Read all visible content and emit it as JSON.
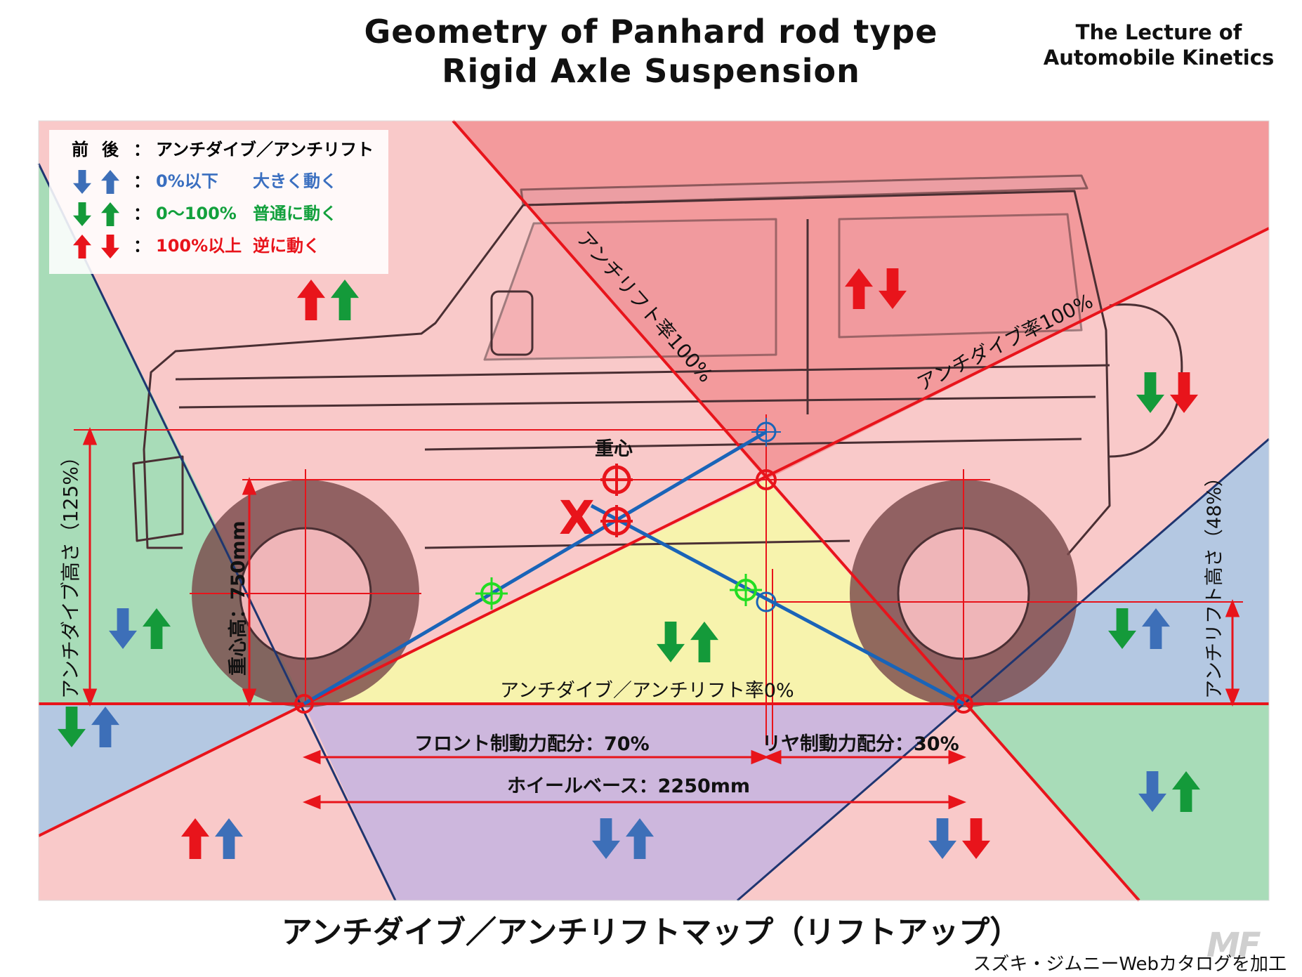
{
  "title": {
    "line1": "Geometry of Panhard rod type",
    "line2": "Rigid Axle Suspension"
  },
  "lecture": {
    "line1": "The Lecture of",
    "line2": "Automobile Kinetics"
  },
  "legend": {
    "header_front": "前",
    "header_rear": "後",
    "header_colon": "：",
    "header_label": "アンチダイブ／アンチリフト",
    "rows": [
      {
        "range": "0%以下",
        "meaning": "大きく動く",
        "front_arrow": "down",
        "rear_arrow": "up",
        "front_color": "#3d6fb8",
        "rear_color": "#3d6fb8",
        "text_color": "#3a6fc0"
      },
      {
        "range": "0～100%",
        "meaning": "普通に動く",
        "front_arrow": "down",
        "rear_arrow": "up",
        "front_color": "#149a3a",
        "rear_color": "#149a3a",
        "text_color": "#12a03c"
      },
      {
        "range": "100%以上",
        "meaning": "逆に動く",
        "front_arrow": "up",
        "rear_arrow": "down",
        "front_color": "#e8141b",
        "rear_color": "#e8141b",
        "text_color": "#e8141b"
      }
    ]
  },
  "labels": {
    "anti_lift_100": "アンチリフト率100%",
    "anti_dive_100": "アンチダイブ率100%",
    "zero_line": "アンチダイブ／アンチリフト率0%",
    "cg": "重心",
    "cg_height": "重心高：750mm",
    "anti_dive_height": "アンチダイブ高さ（125%）",
    "anti_lift_height": "アンチリフト高さ（48%）",
    "front_brake": "フロント制動力配分：70%",
    "rear_brake": "リヤ制動力配分：30%",
    "wheelbase": "ホイールベース：2250mm",
    "x_mark": "X"
  },
  "bottom_title": "アンチダイブ／アンチリフトマップ（リフトアップ）",
  "credit": "スズキ・ジムニーWebカタログを加工",
  "watermark": "MF",
  "colors": {
    "red_zone": "#f39a9c",
    "pink_zone": "#f9c9c9",
    "green_zone": "#a8dcb8",
    "blue_zone": "#b4c8e2",
    "yellow_zone": "#f7f3ad",
    "purple_zone": "#cdb7dd",
    "construction_red": "#e8141b",
    "link_blue": "#1a64b8",
    "dark_blue_line": "#1f3570",
    "marker_green": "#22dd22"
  },
  "zone_arrows": [
    {
      "name": "upper-left-zone",
      "front": "up",
      "rear": "up",
      "front_color": "#e8141b",
      "rear_color": "#149a3a"
    },
    {
      "name": "upper-right-zone",
      "front": "up",
      "rear": "down",
      "front_color": "#e8141b",
      "rear_color": "#e8141b"
    },
    {
      "name": "right-upper-zone",
      "front": "down",
      "rear": "down",
      "front_color": "#149a3a",
      "rear_color": "#e8141b"
    },
    {
      "name": "left-green-zone",
      "front": "down",
      "rear": "up",
      "front_color": "#3d6fb8",
      "rear_color": "#149a3a"
    },
    {
      "name": "center-yellow-zone",
      "front": "down",
      "rear": "up",
      "front_color": "#149a3a",
      "rear_color": "#149a3a"
    },
    {
      "name": "right-blue-zone",
      "front": "down",
      "rear": "up",
      "front_color": "#149a3a",
      "rear_color": "#3d6fb8"
    },
    {
      "name": "left-blue-zone",
      "front": "down",
      "rear": "up",
      "front_color": "#149a3a",
      "rear_color": "#3d6fb8"
    },
    {
      "name": "right-green-zone",
      "front": "down",
      "rear": "up",
      "front_color": "#3d6fb8",
      "rear_color": "#149a3a"
    },
    {
      "name": "lower-left-zone",
      "front": "up",
      "rear": "up",
      "front_color": "#e8141b",
      "rear_color": "#3d6fb8"
    },
    {
      "name": "lower-center-zone",
      "front": "down",
      "rear": "up",
      "front_color": "#3d6fb8",
      "rear_color": "#3d6fb8"
    },
    {
      "name": "lower-right-zone",
      "front": "down",
      "rear": "down",
      "front_color": "#3d6fb8",
      "rear_color": "#e8141b"
    }
  ]
}
